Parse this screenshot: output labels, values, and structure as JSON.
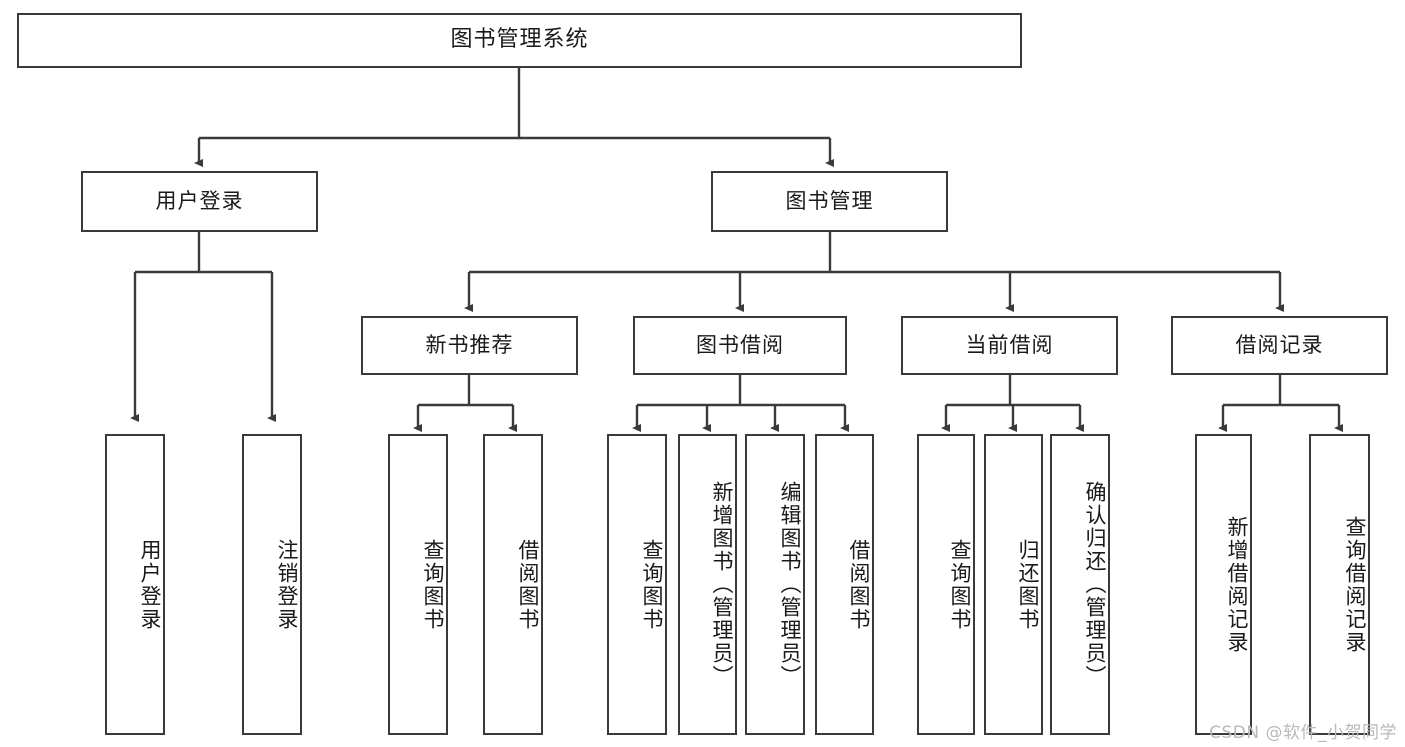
{
  "diagram": {
    "title": "图书管理系统",
    "type": "tree-hierarchy",
    "watermark": "CSDN @软件_小贺同学",
    "colors": {
      "stroke": "#3a3a3a",
      "fill": "#ffffff",
      "text": "#1a1a1a",
      "watermark": "#b9b9b9"
    },
    "levels": {
      "root": {
        "label": "图书管理系统"
      },
      "level2": [
        {
          "label": "用户登录"
        },
        {
          "label": "图书管理"
        }
      ],
      "level3": [
        {
          "label": "新书推荐"
        },
        {
          "label": "图书借阅"
        },
        {
          "label": "当前借阅"
        },
        {
          "label": "借阅记录"
        }
      ],
      "leaves": [
        {
          "label": "用户登录",
          "parent": "用户登录"
        },
        {
          "label": "注销登录",
          "parent": "用户登录"
        },
        {
          "label": "查询图书",
          "parent": "新书推荐"
        },
        {
          "label": "借阅图书",
          "parent": "新书推荐"
        },
        {
          "label": "查询图书",
          "parent": "图书借阅"
        },
        {
          "label": "新增图书（管理员）",
          "parent": "图书借阅"
        },
        {
          "label": "编辑图书（管理员）",
          "parent": "图书借阅"
        },
        {
          "label": "借阅图书",
          "parent": "图书借阅"
        },
        {
          "label": "查询图书",
          "parent": "当前借阅"
        },
        {
          "label": "归还图书",
          "parent": "当前借阅"
        },
        {
          "label": "确认归还（管理员）",
          "parent": "当前借阅"
        },
        {
          "label": "新增借阅记录",
          "parent": "借阅记录"
        },
        {
          "label": "查询借阅记录",
          "parent": "借阅记录"
        }
      ]
    }
  }
}
